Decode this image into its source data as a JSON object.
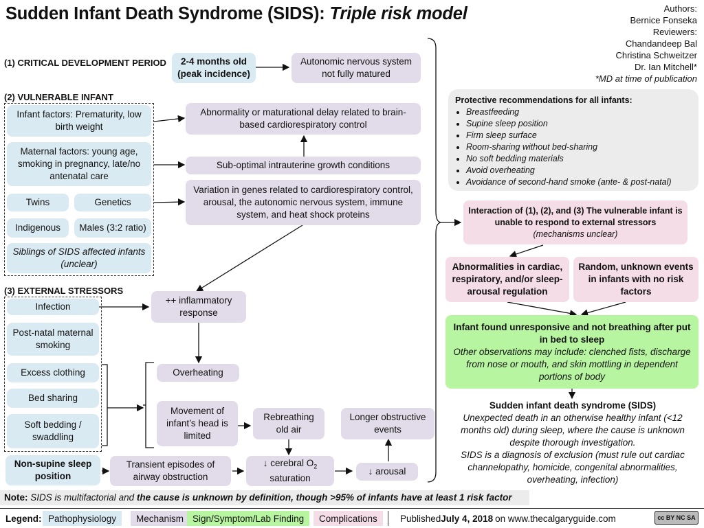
{
  "title": {
    "main": "Sudden Infant Death Syndrome (SIDS):",
    "sub": "Triple risk model"
  },
  "authors": {
    "authors_label": "Authors",
    "authors": [
      "Bernice Fonseka"
    ],
    "reviewers_label": "Reviewers",
    "reviewers": [
      "Chandandeep Bal",
      "Christina Schweitzer",
      "Dr. Ian Mitchell*"
    ],
    "note": "*MD at time of publication"
  },
  "sections": {
    "s1": "(1) CRITICAL DEVELOPMENT PERIOD",
    "s2": "(2) VULNERABLE INFANT",
    "s3": "(3) EXTERNAL STRESSORS"
  },
  "boxes": {
    "age": "2-4 months old (peak incidence)",
    "ans": "Autonomic nervous system not fully matured",
    "infant_factors": "Infant factors: Prematurity,  low birth weight",
    "maternal": "Maternal factors: young age, smoking in pregnancy, late/no antenatal care",
    "twins": "Twins",
    "genetics": "Genetics",
    "indigenous": "Indigenous",
    "males": "Males (3:2 ratio)",
    "siblings": "Siblings of SIDS affected infants (unclear)",
    "abnormality": "Abnormality or maturational delay related to brain-based cardiorespiratory control",
    "suboptimal": "Sub-optimal intrauterine growth conditions",
    "variation": "Variation in genes related to cardiorespiratory control, arousal, the autonomic nervous system, immune system, and heat shock proteins",
    "infection": "Infection",
    "postnatal": "Post-natal maternal smoking",
    "clothing": "Excess clothing",
    "bedsharing": "Bed sharing",
    "bedding": "Soft bedding / swaddling",
    "nonsupine": "Non-supine sleep position",
    "inflammatory": "++ inflammatory response",
    "overheating": "Overheating",
    "movement": "Movement of infant’s head is limited",
    "rebreathing": "Rebreathing old air",
    "obstructive": "Longer obstructive events",
    "transient": "Transient episodes of airway obstruction",
    "cerebral_pre": "↓ cerebral O",
    "cerebral_sub": "2",
    "cerebral_post": "saturation",
    "arousal": "↓ arousal",
    "interaction_main": "Interaction of (1), (2), and (3) The vulnerable infant is unable to respond to external stressors",
    "interaction_sub": "(mechanisms unclear)",
    "abn_cardiac": "Abnormalities in cardiac, respiratory, and/or sleep-arousal regulation",
    "random": "Random, unknown events in infants with no risk factors",
    "found_main": "Infant found unresponsive and not breathing after put in bed to sleep",
    "found_sub": "Other observations may include: clenched fists, discharge from nose or mouth, and skin mottling in dependent portions of body",
    "sids_title": "Sudden infant death syndrome (SIDS)",
    "sids_desc1": "Unexpected death in an otherwise healthy infant (<12 months old) during sleep, where the cause is unknown despite thorough investigation.",
    "sids_desc2": "SIDS is a diagnosis of exclusion (must rule out cardiac channelopathy, homicide, congenital abnormalities, overheating, infection)"
  },
  "protective": {
    "heading": "Protective recommendations for all infants:",
    "items": [
      "Breastfeeding",
      "Supine sleep position",
      "Firm sleep surface",
      "Room-sharing without bed-sharing",
      "No soft bedding materials",
      "Avoid overheating",
      "Avoidance of second-hand smoke (ante- & post-natal)"
    ]
  },
  "note": {
    "label": "Note:",
    "a": "SIDS is multifactorial",
    "b": " and ",
    "c": "the cause is unknown by definition, though >95% of infants have at least 1 risk factor"
  },
  "legend": {
    "label": "Legend:",
    "items": [
      "Pathophysiology",
      "Mechanism",
      "Sign/Symptom/Lab Finding",
      "Complications"
    ],
    "colors": [
      "#daeaf3",
      "#e2dbe9",
      "#b8f5a0",
      "#f4dde6"
    ],
    "published_pre": "Published ",
    "published_date": "July 4, 2018",
    "published_post": " on www.thecalgaryguide.com",
    "license": "cc BY NC SA"
  }
}
